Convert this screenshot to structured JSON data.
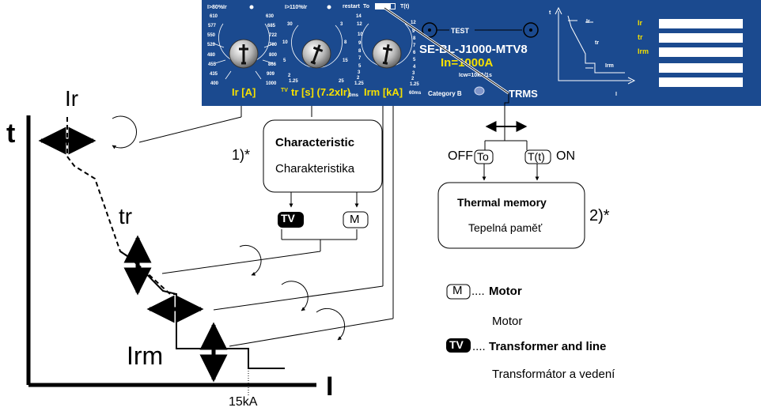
{
  "panel": {
    "labels": {
      "ir_threshold": "I>80%Ir",
      "tr_threshold": "I>110%Ir",
      "restart": "restart",
      "to_switch": "To",
      "tt_switch": "T(t)",
      "test": "TEST",
      "model": "SE-BL-J1000-MTV8",
      "in_rating": "In=1000A",
      "icw": "Icw=10kA/1s",
      "category": "Category B",
      "trms": "TRMS",
      "knob_ir": "Ir [A]",
      "knob_tr": "tr [s] (7.2xIr)",
      "knob_tv": "TV",
      "knob_irm": "Irm [kA]",
      "irm_60ms": "60ms",
      "tr_0ms": "0ms",
      "curve_t": "t",
      "curve_I": "I",
      "curve_ir": "Ir",
      "curve_tr": "tr",
      "curve_irm": "Irm",
      "legend_ir": "Ir",
      "legend_tr": "tr",
      "legend_irm": "Irm"
    },
    "ir_left_scale": [
      "610",
      "577",
      "550",
      "520",
      "480",
      "455",
      "435",
      "400"
    ],
    "ir_right_scale": [
      "630",
      "685",
      "722",
      "760",
      "800",
      "866",
      "909",
      "1000"
    ],
    "tr_left_scale": [
      "30",
      "10",
      "5",
      "2",
      "1.25"
    ],
    "tr_right_scale": [
      "3",
      "8",
      "15",
      "25"
    ],
    "irm_left_scale": [
      "14",
      "12",
      "10",
      "9",
      "8",
      "7",
      "5",
      "3",
      "2",
      "1.25"
    ],
    "irm_right_scale": [
      "12",
      "9",
      "8",
      "7",
      "6",
      "5",
      "4",
      "3",
      "2",
      "1.25"
    ]
  },
  "graph": {
    "t_label": "t",
    "i_label": "I",
    "ir_label": "Ir",
    "tr_label": "tr",
    "irm_label": "Irm",
    "x_mark": "15kA"
  },
  "characteristic": {
    "title": "Characteristic",
    "subtitle": "Charakteristika",
    "note": "1)*",
    "option_tv": "TV",
    "option_m": "M"
  },
  "thermal": {
    "switch_off": "OFF",
    "switch_on": "ON",
    "option_to": "To",
    "option_tt": "T(t)",
    "title": "Thermal memory",
    "subtitle": "Tepelná paměť",
    "note": "2)*"
  },
  "legend": {
    "m_symbol": "M",
    "m_dots": "....",
    "m_title": "Motor",
    "m_subtitle": "Motor",
    "tv_symbol": "TV",
    "tv_dots": "....",
    "tv_title": "Transformer and line",
    "tv_subtitle": "Transformátor a vedení"
  },
  "colors": {
    "panel_blue": "#1b4a8f",
    "panel_yellow": "#f5e000",
    "line": "#000000"
  }
}
